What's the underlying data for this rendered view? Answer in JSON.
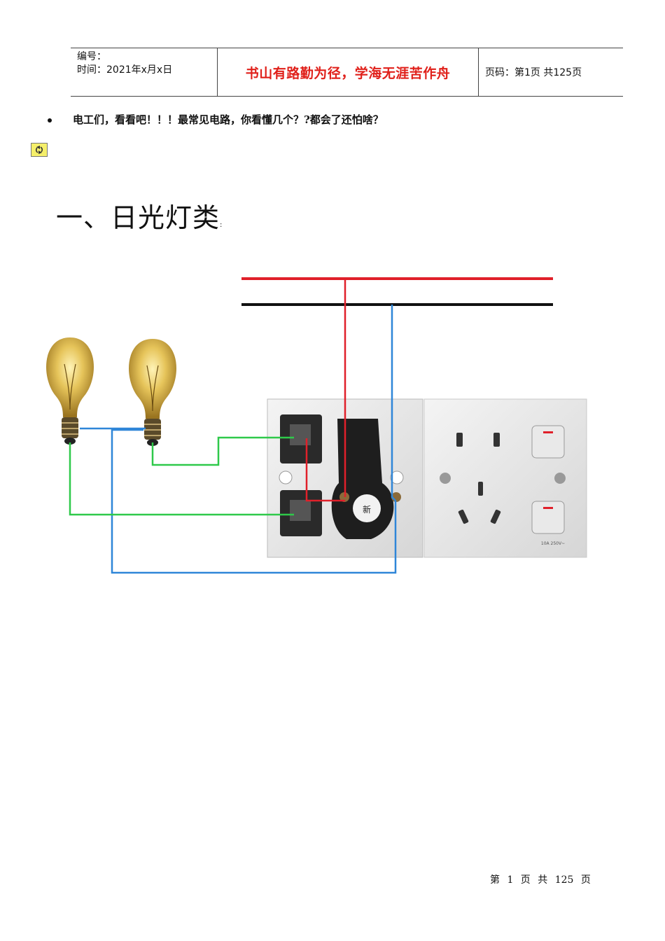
{
  "header": {
    "number_label": "编号：",
    "time_label": "时间：2021年x月x日",
    "motto": "书山有路勤为径，学海无涯苦作舟",
    "page_info": "页码：第1页  共125页"
  },
  "intro": {
    "bullet_text": "电工们，看看吧！！！最常见电路，你看懂几个？?都会了还怕啥？"
  },
  "section": {
    "title": "一、日光灯类",
    "title_suffix": ":"
  },
  "diagram": {
    "switch_label": "新",
    "socket_label": "10A 250V~"
  },
  "footer": {
    "page_text": "第 1 页 共 125 页"
  },
  "colors": {
    "live_wire": "#e0202a",
    "neutral_wire": "#111111",
    "lamp_wire": "#2fc94a",
    "return_wire": "#2f86d8",
    "motto": "#e0201a"
  }
}
